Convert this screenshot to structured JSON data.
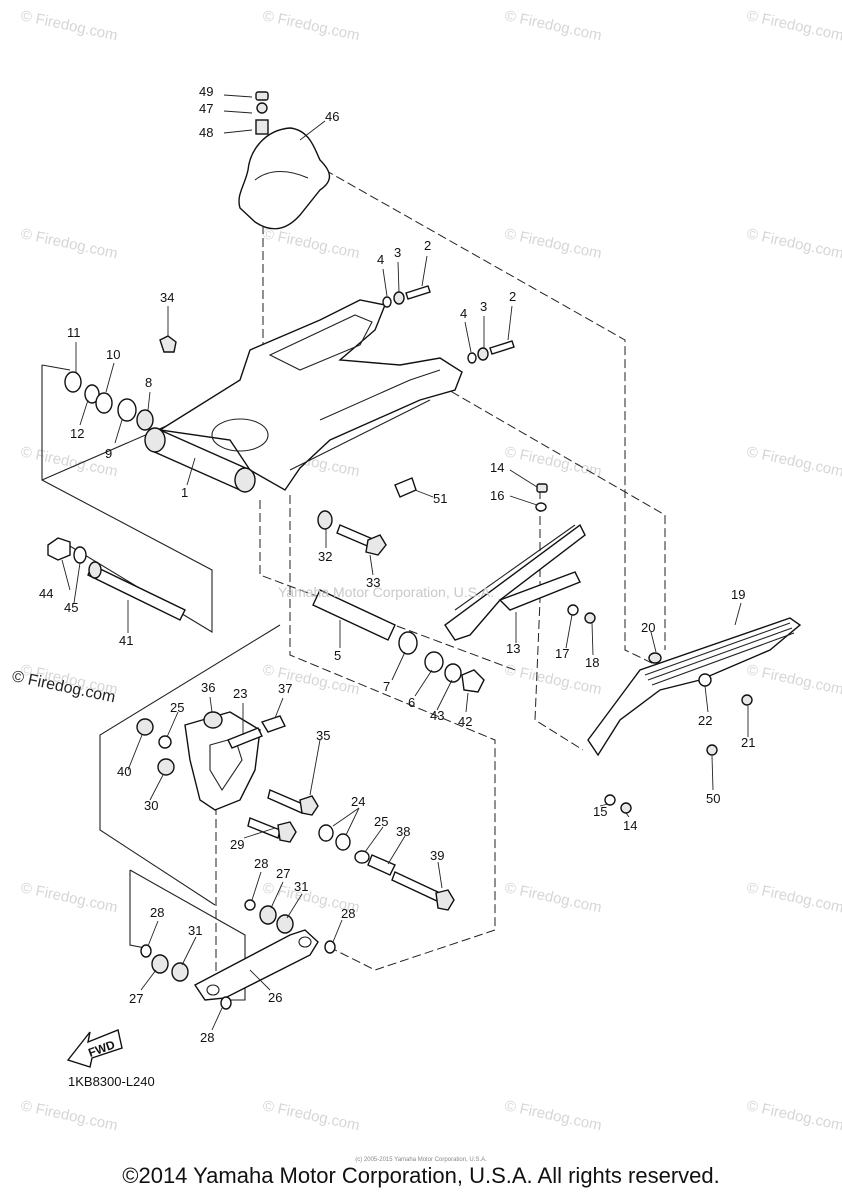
{
  "diagram": {
    "reference_code": "1KB8300-L240",
    "fwd_label": "FWD",
    "center_watermark": "Yamaha Motor Corporation, U.S.A.",
    "site_watermark": "© Firedog.com",
    "left_watermark": "© Firedog.com",
    "tiny_notice": "(c) 2005-2015 Yamaha Motor Corporation, U.S.A.",
    "part_numbers": [
      "1",
      "2",
      "3",
      "4",
      "5",
      "6",
      "7",
      "8",
      "9",
      "10",
      "11",
      "12",
      "13",
      "14",
      "15",
      "16",
      "17",
      "18",
      "19",
      "20",
      "21",
      "22",
      "23",
      "24",
      "25",
      "26",
      "27",
      "28",
      "29",
      "30",
      "31",
      "32",
      "33",
      "34",
      "35",
      "36",
      "37",
      "38",
      "39",
      "40",
      "41",
      "42",
      "43",
      "44",
      "45",
      "46",
      "47",
      "48",
      "49",
      "50",
      "51"
    ]
  },
  "footer": {
    "copyright": "©2014 Yamaha Motor Corporation, U.S.A. All rights reserved."
  }
}
